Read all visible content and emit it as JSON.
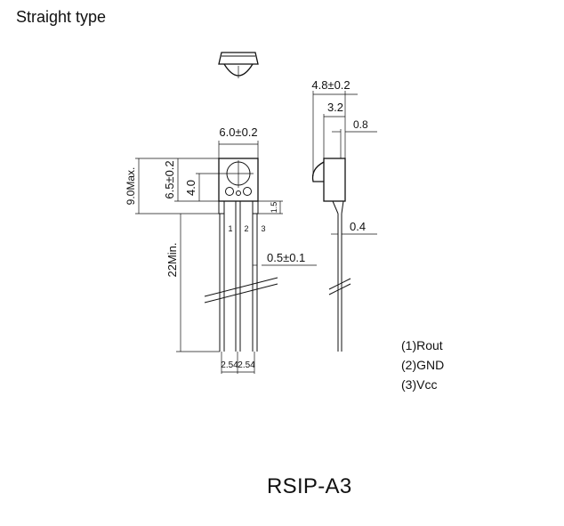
{
  "title": "Straight type",
  "package_name": "RSIP-A3",
  "pins": [
    {
      "num": "(1)",
      "name": "Rout"
    },
    {
      "num": "(2)",
      "name": "GND"
    },
    {
      "num": "(3)",
      "name": "Vcc"
    }
  ],
  "pin_numbers": [
    "1",
    "2",
    "3"
  ],
  "dimensions": {
    "total_height": "9.0Max.",
    "body_height": "6.5±0.2",
    "lens_height": "4.0",
    "body_width": "6.0±0.2",
    "standoff": "1.5",
    "lead_length": "22Min.",
    "lead_width": "0.5±0.1",
    "pitch_left": "2.54",
    "pitch_right": "2.54",
    "depth": "4.8±0.2",
    "lens_depth": "3.2",
    "back_thickness": "0.8",
    "lead_thickness": "0.4"
  }
}
